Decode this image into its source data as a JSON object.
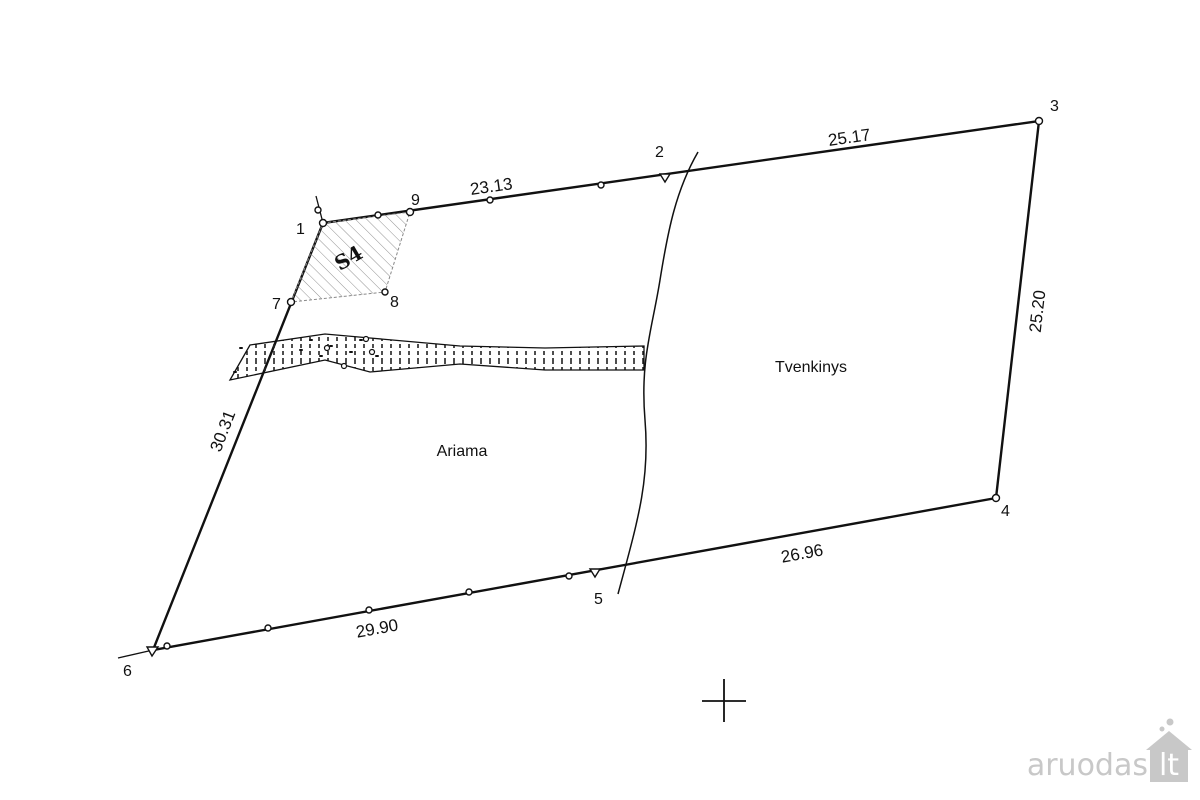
{
  "points": [
    "1",
    "2",
    "3",
    "4",
    "5",
    "6",
    "7",
    "8",
    "9"
  ],
  "dimensions": {
    "d_9_2": "23.13",
    "d_2_3": "25.17",
    "d_3_4": "25.20",
    "d_4_5": "26.96",
    "d_5_6": "29.90",
    "d_6_1": "30.31"
  },
  "areas": {
    "ariama": "Ariama",
    "tvenkinys": "Tvenkinys",
    "s4": "S4"
  },
  "watermark": {
    "brand": "aruodas",
    "tld": "lt"
  }
}
